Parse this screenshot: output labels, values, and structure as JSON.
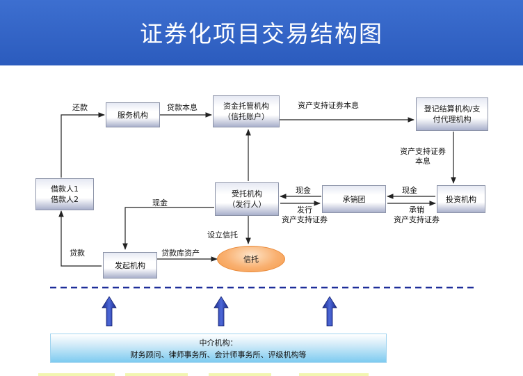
{
  "header": {
    "title": "证券化项目交易结构图"
  },
  "nodes": {
    "service": "服务机构",
    "custody": "资金托管机构\n（信托账户）",
    "registrar": "登记结算机构/支\n付代理机构",
    "borrowers": "借款人1\n借款人2",
    "trustee": "受托机构\n（发行人）",
    "underwriter": "承销团",
    "investor": "投资机构",
    "originator": "发起机构",
    "trust": "信托"
  },
  "edges": {
    "repay": "还款",
    "principal_interest": "贷款本息",
    "abs_principal_interest": "资产支持证券本息",
    "abs_principal_interest_down": "资产支持证券\n本息",
    "cash_left": "现金",
    "cash_mid": "现金",
    "cash_right": "现金",
    "issue": "发行\n资产支持证券",
    "underwrite": "承销\n资产支持证券",
    "set_trust": "设立信托",
    "loan": "贷款",
    "loan_assets": "贷款库资产"
  },
  "intermediary": {
    "title": "中介机构：",
    "members": "财务顾问、律师事务所、会计师事务所、评级机构等"
  }
}
